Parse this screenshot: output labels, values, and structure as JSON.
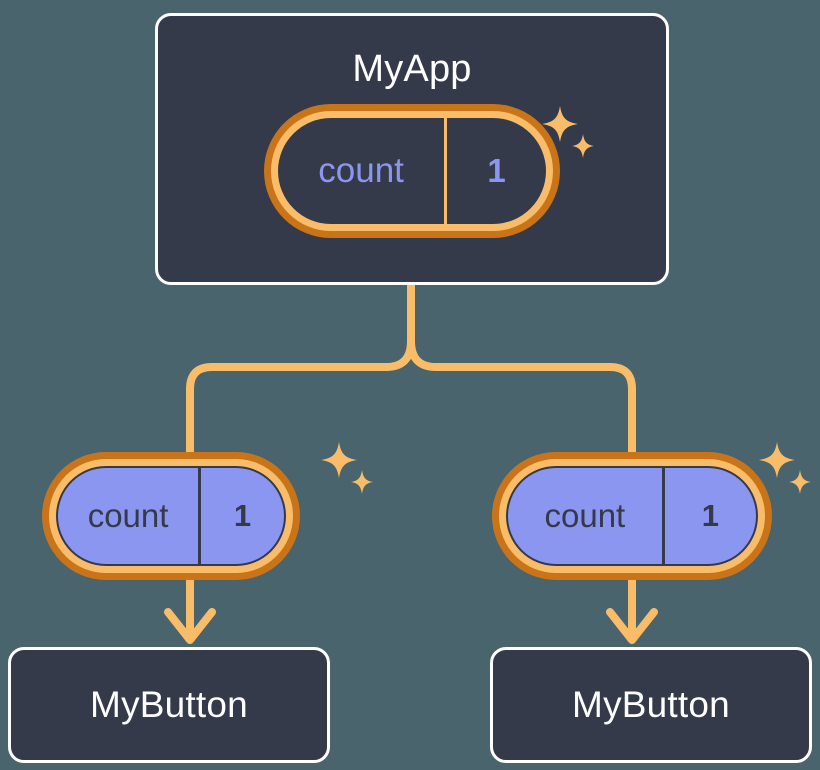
{
  "palette": {
    "background": "#4a646d",
    "card_fill": "#343a4a",
    "card_border": "#ffffff",
    "ring_outer": "#c97418",
    "ring_inner": "#f9bd69",
    "state_purple": "#8b96f0",
    "wire": "#f9bd69",
    "sparkle": "#f9bd69"
  },
  "diagram": {
    "type": "component-tree",
    "title_text": "",
    "root": {
      "name": "root-component",
      "label": "MyApp",
      "state_pill": {
        "key": "count",
        "value": "1",
        "style": "dark",
        "has_sparkle": true
      }
    },
    "children": [
      {
        "name": "child-left",
        "state_pill": {
          "key": "count",
          "value": "1",
          "style": "purple",
          "has_sparkle": true
        },
        "leaf": {
          "label": "MyButton"
        }
      },
      {
        "name": "child-right",
        "state_pill": {
          "key": "count",
          "value": "1",
          "style": "purple",
          "has_sparkle": true
        },
        "leaf": {
          "label": "MyButton"
        }
      }
    ]
  }
}
